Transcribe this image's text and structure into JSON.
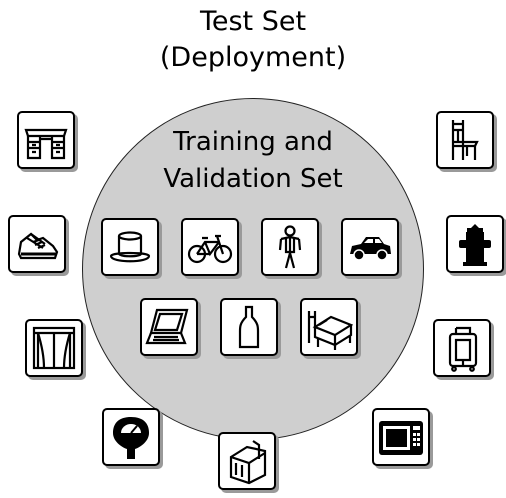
{
  "title": {
    "line1": "Test Set",
    "line2": "(Deployment)"
  },
  "circle": {
    "line1": "Training and",
    "line2": "Validation Set",
    "fill": "#cfcfcf"
  },
  "training_icons": [
    "top-hat-icon",
    "bicycle-icon",
    "person-icon",
    "car-icon",
    "laptop-icon",
    "bottle-icon",
    "bed-icon"
  ],
  "test_icons": [
    "desk-icon",
    "chair-icon",
    "sneaker-icon",
    "fire-hydrant-icon",
    "window-icon",
    "suitcase-icon",
    "parking-meter-icon",
    "toaster-icon",
    "microwave-icon"
  ]
}
